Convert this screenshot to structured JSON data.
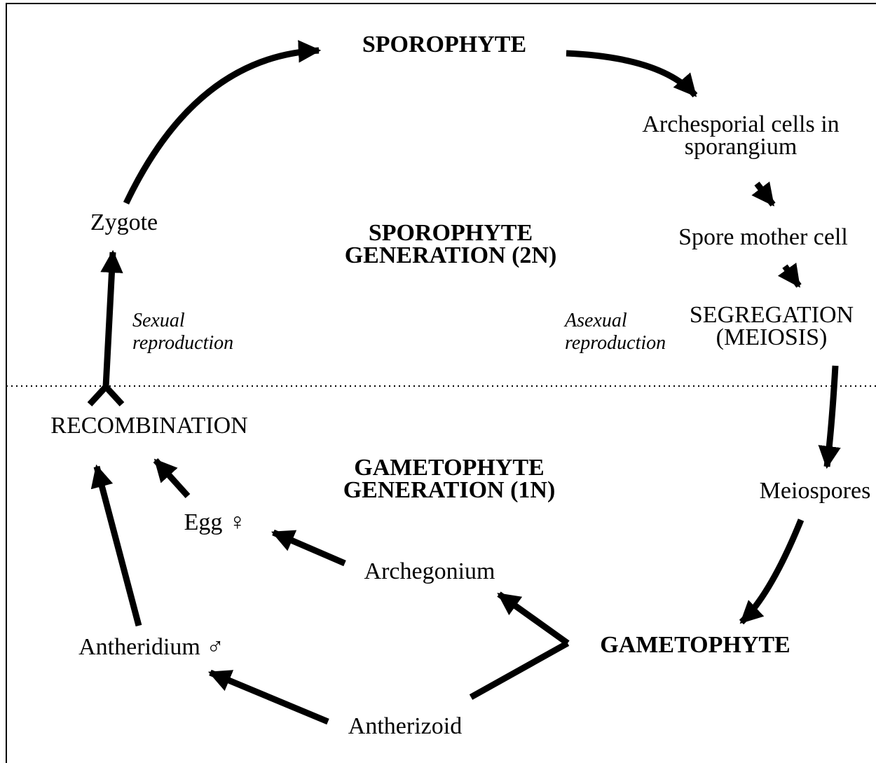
{
  "nodes": {
    "sporophyte": "SPOROPHYTE",
    "archesporial_line1": "Archesporial cells in",
    "archesporial_line2": "sporangium",
    "spore_mother_cell": "Spore mother cell",
    "segregation_line1": "SEGREGATION",
    "segregation_line2": "(MEIOSIS)",
    "meiospores": "Meiospores",
    "gametophyte": "GAMETOPHYTE",
    "archegonium": "Archegonium",
    "antherizoid": "Antherizoid",
    "egg": "Egg ♀",
    "antheridium": "Antheridium ♂",
    "recombination": "RECOMBINATION",
    "zygote": "Zygote"
  },
  "regions": {
    "sporophyte_generation_line1": "SPOROPHYTE",
    "sporophyte_generation_line2": "GENERATION (2N)",
    "gametophyte_generation_line1": "GAMETOPHYTE",
    "gametophyte_generation_line2": "GENERATION (1N)"
  },
  "annotations": {
    "sexual_line1": "Sexual",
    "sexual_line2": "reproduction",
    "asexual_line1": "Asexual",
    "asexual_line2": "reproduction"
  },
  "colors": {
    "ink": "#000000",
    "background": "#ffffff"
  }
}
